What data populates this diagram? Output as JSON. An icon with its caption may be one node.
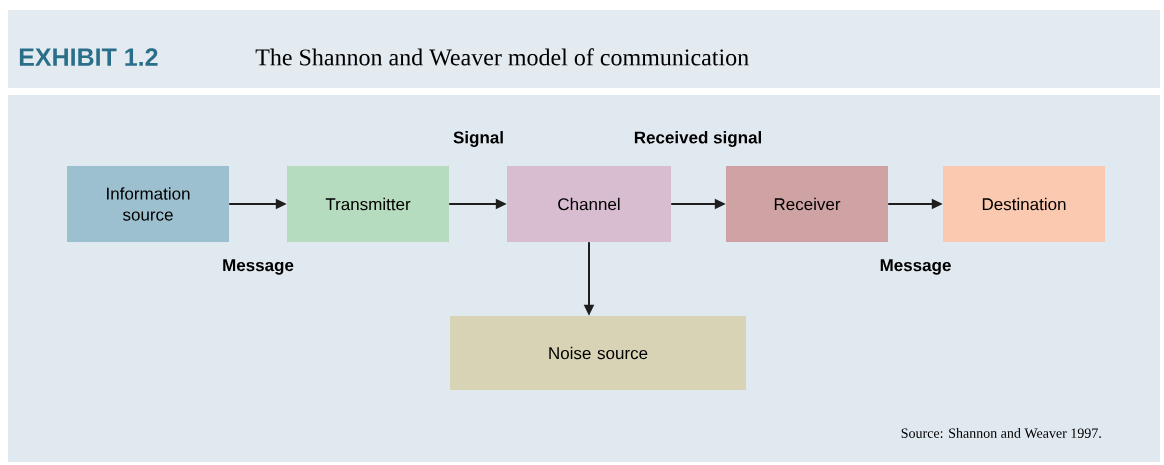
{
  "diagram": {
    "title": "The Shannon and Weaver model of communication",
    "caption": "Source: Shannon and Weaver 1997.",
    "nodes": [
      {
        "text": [
          "Information source"
        ]
      },
      {
        "text": [
          "Transmitter"
        ]
      },
      {
        "text": [
          "Channel"
        ]
      },
      {
        "text": [
          "Receiver"
        ]
      },
      {
        "text": [
          "Destination"
        ]
      },
      {
        "text": [
          "Noise source"
        ]
      }
    ],
    "edges": [
      {
        "from": 0,
        "to": 1,
        "arrow": "to",
        "label": "Message"
      },
      {
        "from": 1,
        "to": 2,
        "arrow": "to",
        "label": "Signal"
      },
      {
        "from": 2,
        "to": 3,
        "arrow": "to",
        "label": "Received signal"
      },
      {
        "from": 3,
        "to": 4,
        "arrow": "to",
        "label": "Message"
      },
      {
        "from": 2,
        "to": 5,
        "arrow": "to"
      }
    ],
    "labels": [
      "EXHIBIT 1.2"
    ]
  }
}
